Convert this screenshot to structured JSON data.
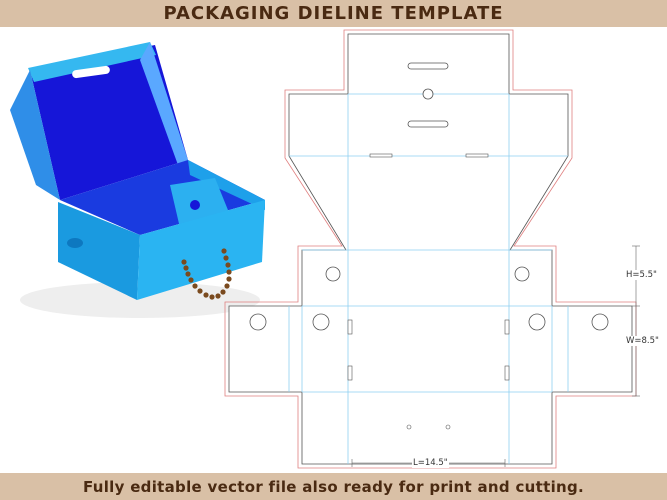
{
  "header": {
    "title": "PACKAGING DIELINE TEMPLATE"
  },
  "footer": {
    "caption": "Fully editable vector file also ready for print and cutting."
  },
  "dimensions": {
    "height": "H=5.5\"",
    "width": "W=8.5\"",
    "length": "L=14.5\""
  },
  "colors": {
    "banner_bg": "#d9c0a6",
    "banner_text": "#4a2a12",
    "box_light": "#1fa6ea",
    "box_inner": "#1616d8",
    "cut_line": "#555555",
    "bleed_line": "#e08080",
    "fold_line": "#8ecff0",
    "rope": "#7a4a1e"
  }
}
